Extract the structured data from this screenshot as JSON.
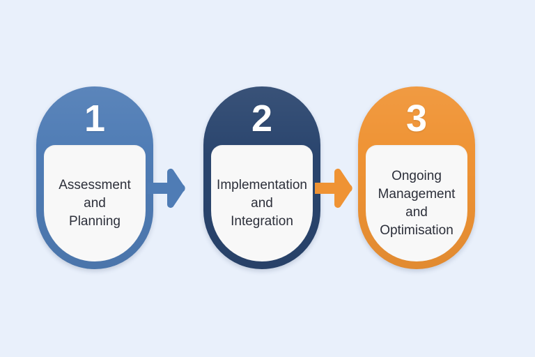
{
  "diagram": {
    "type": "three-step-process-flow",
    "background_color": "#e9f0fb",
    "text_color": "#2c2f3a",
    "card_color": "#f8f8f8",
    "steps": [
      {
        "number": "1",
        "label": "Assessment\nand\nPlanning",
        "color": "#4f7cb5"
      },
      {
        "number": "2",
        "label": "Implementation\nand\nIntegration",
        "color": "#2a456e"
      },
      {
        "number": "3",
        "label": "Ongoing\nManagement\nand\nOptimisation",
        "color": "#ef9334"
      }
    ],
    "connectors": [
      {
        "icon": "arrow-right-icon",
        "color": "#4f7cb5",
        "from": "1",
        "to": "2"
      },
      {
        "icon": "arrow-right-icon",
        "color": "#ef9334",
        "from": "2",
        "to": "3"
      }
    ]
  }
}
